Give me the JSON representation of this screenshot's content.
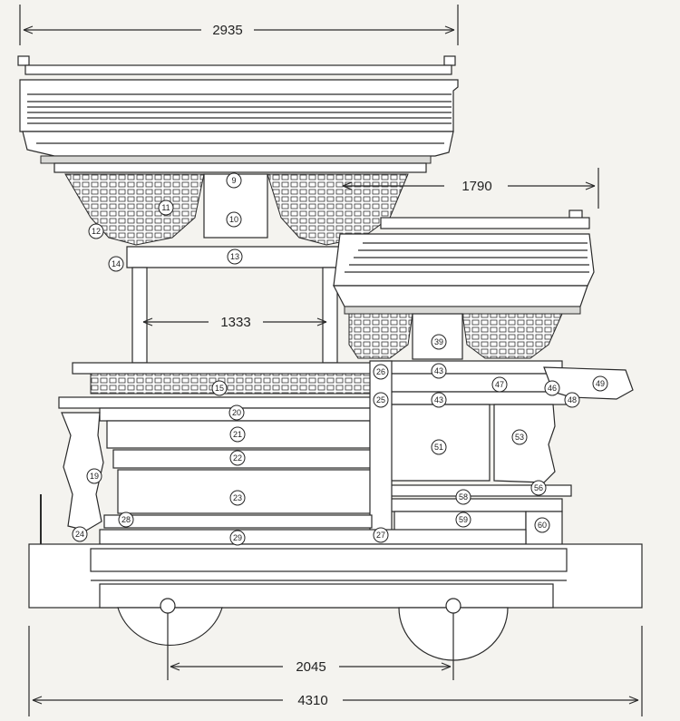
{
  "dimensions": [
    {
      "id": "dim-2935",
      "label": "2935"
    },
    {
      "id": "dim-1790",
      "label": "1790"
    },
    {
      "id": "dim-1333",
      "label": "1333"
    },
    {
      "id": "dim-2045",
      "label": "2045"
    },
    {
      "id": "dim-4310",
      "label": "4310"
    }
  ],
  "callouts": [
    "9",
    "10",
    "11",
    "12",
    "13",
    "14",
    "15",
    "19",
    "20",
    "21",
    "22",
    "23",
    "24",
    "25",
    "26",
    "27",
    "28",
    "29",
    "39",
    "43",
    "43",
    "46",
    "47",
    "48",
    "49",
    "51",
    "53",
    "56",
    "58",
    "59",
    "60"
  ]
}
